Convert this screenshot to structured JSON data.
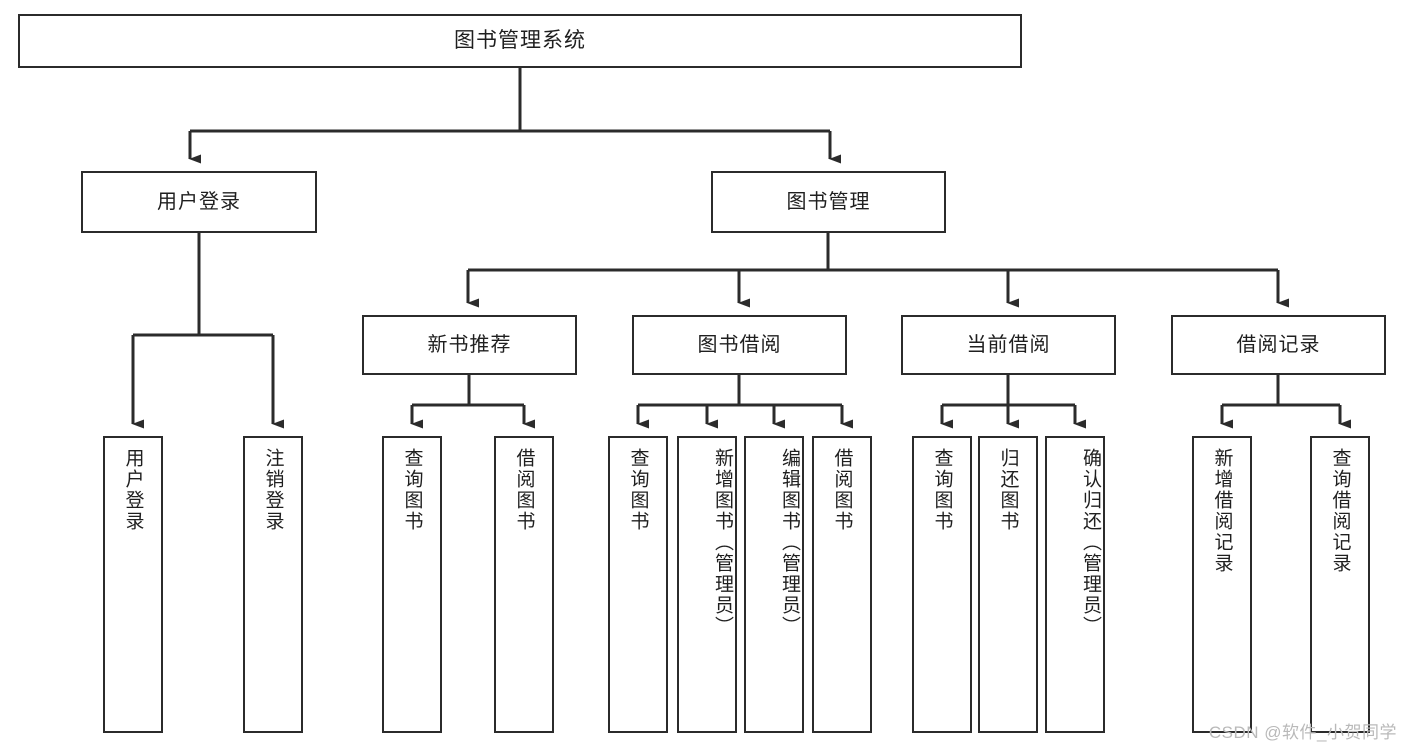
{
  "diagram": {
    "type": "tree",
    "title": "图书管理系统",
    "root": {
      "label": "图书管理系统"
    },
    "level2": [
      {
        "label": "用户登录"
      },
      {
        "label": "图书管理"
      }
    ],
    "level3": [
      {
        "label": "新书推荐"
      },
      {
        "label": "图书借阅"
      },
      {
        "label": "当前借阅"
      },
      {
        "label": "借阅记录"
      }
    ],
    "leaves": {
      "user_login": [
        {
          "label": "用户登录"
        },
        {
          "label": "注销登录"
        }
      ],
      "new_book_recommend": [
        {
          "label": "查询图书"
        },
        {
          "label": "借阅图书"
        }
      ],
      "book_borrow": [
        {
          "label": "查询图书"
        },
        {
          "label": "新增图书（管理员）"
        },
        {
          "label": "编辑图书（管理员）"
        },
        {
          "label": "借阅图书"
        }
      ],
      "current_borrow": [
        {
          "label": "查询图书"
        },
        {
          "label": "归还图书"
        },
        {
          "label": "确认归还（管理员）"
        }
      ],
      "borrow_record": [
        {
          "label": "新增借阅记录"
        },
        {
          "label": "查询借阅记录"
        }
      ]
    }
  },
  "watermark": {
    "text": "CSDN @软件_小贺同学"
  },
  "colors": {
    "background": "#ffffff",
    "box_border": "#2b2b2b",
    "box_fill": "#ffffff",
    "text": "#1f1f1f",
    "connector": "#2b2b2b",
    "watermark": "#b9b9b9"
  }
}
